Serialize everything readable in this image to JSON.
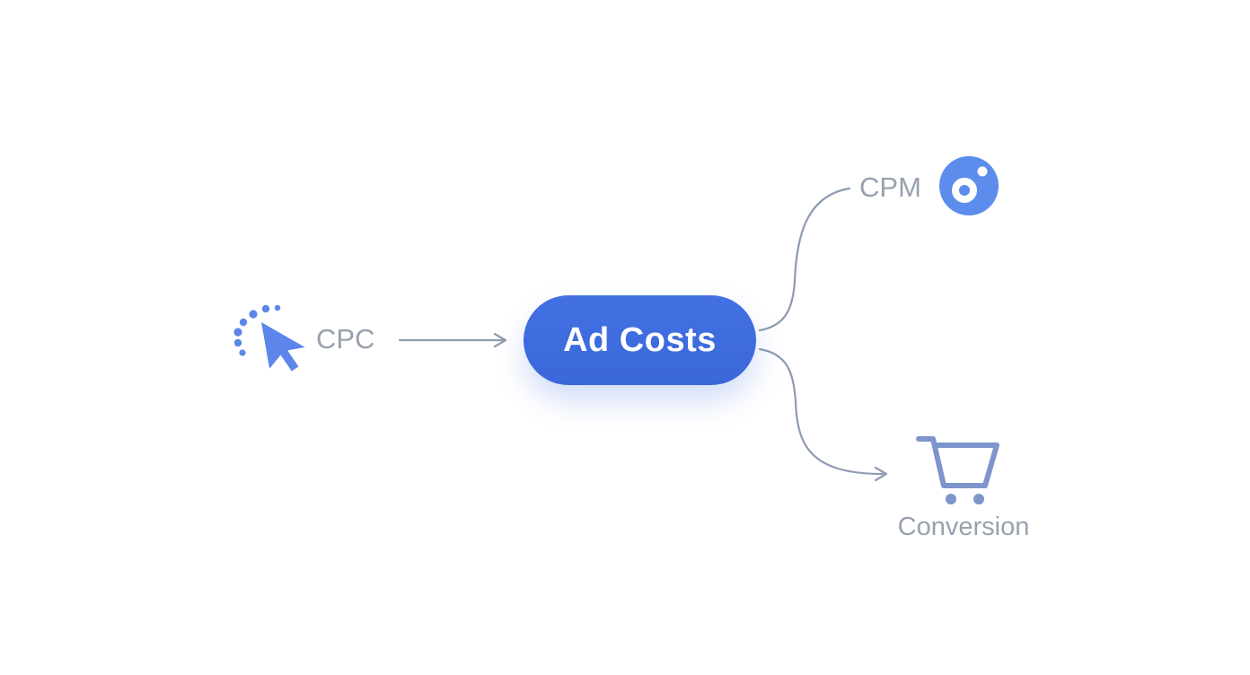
{
  "diagram": {
    "center": {
      "label": "Ad Costs"
    },
    "left": {
      "label": "CPC",
      "icon": "cursor-click-icon"
    },
    "top_right": {
      "label": "CPM",
      "icon": "impressions-icon"
    },
    "bottom_right": {
      "label": "Conversion",
      "icon": "shopping-cart-icon"
    },
    "colors": {
      "center_node_bg": "#3e6ce0",
      "center_node_text": "#ffffff",
      "label_text": "#98a1ae",
      "connector": "#8e9bb0",
      "click_icon_blue": "#5c86ea",
      "impressions_icon_blue": "#5c8cec",
      "cart_icon_blue": "#7d95cb"
    }
  }
}
